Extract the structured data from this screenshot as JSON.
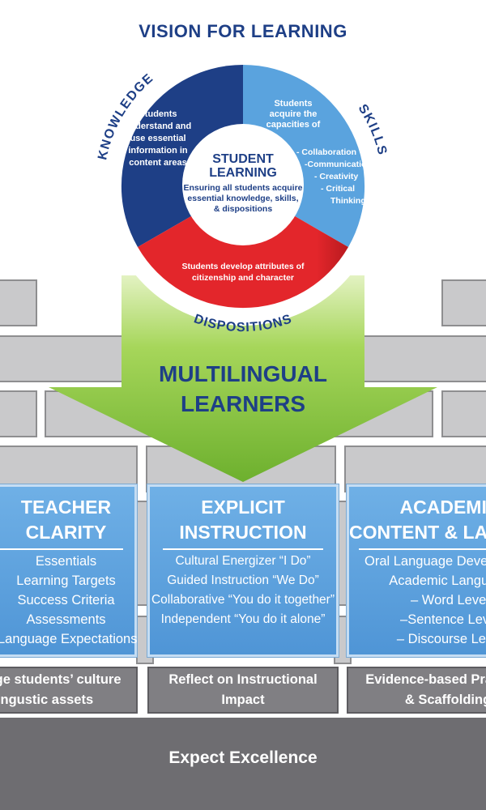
{
  "title": "VISION FOR LEARNING",
  "circle": {
    "knowledge_label": "KNOWLEDGE",
    "skills_label": "SKILLS",
    "dispositions_label": "DISPOSITIONS",
    "knowledge_text": [
      "Students",
      "understand and",
      "use essential",
      "information in",
      "content areas"
    ],
    "skills_intro": [
      "Students",
      "acquire the",
      "capacities of"
    ],
    "skills_list": [
      "- Collaboration",
      "-Communication",
      "- Creativity",
      "- Critical",
      "Thinking"
    ],
    "dispositions_text": [
      "Students develop attributes of",
      "citizenship and character"
    ],
    "center_title": [
      "STUDENT",
      "LEARNING"
    ],
    "center_text": [
      "Ensuring all students acquire",
      "essential knowledge, skills,",
      "& dispositions"
    ],
    "colors": {
      "knowledge": "#1e3f86",
      "skills": "#5aa3de",
      "dispositions": "#e3262b"
    }
  },
  "arrow": {
    "lines": [
      "MULTILINGUAL",
      "LEARNERS"
    ],
    "color": "#8cc63f"
  },
  "pillars": [
    {
      "title": [
        "TEACHER",
        "CLARITY"
      ],
      "items": [
        "Essentials",
        "Learning Targets",
        "Success Criteria",
        "Assessments",
        "Language Expectations"
      ],
      "base": [
        "Leverage students’ culture",
        "& lingustic assets"
      ]
    },
    {
      "title": [
        "EXPLICIT",
        "INSTRUCTION"
      ],
      "items": [
        "Cultural Energizer  “I Do”",
        "Guided Instruction  “We Do”",
        "Collaborative  “You do it together”",
        "Independent  “You do it alone”"
      ],
      "base": [
        "Reflect on Instructional",
        "Impact"
      ]
    },
    {
      "title": [
        "ACADEMIC",
        "CONTENT & LANGUAGE"
      ],
      "items": [
        "Oral Language Development",
        "Academic Language",
        "– Word Level",
        "–Sentence Level",
        "– Discourse Level"
      ],
      "base": [
        "Evidence-based Practices",
        "& Scaffolding"
      ]
    }
  ],
  "foundation": "Expect Excellence"
}
